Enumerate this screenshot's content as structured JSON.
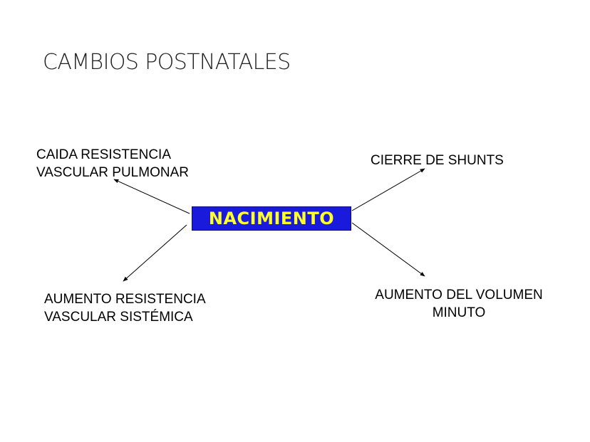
{
  "title": "CAMBIOS POSTNATALES",
  "center": {
    "label": "NACIMIENTO",
    "background_color": "#1a1adc",
    "text_color": "#ffff2a"
  },
  "outcomes": {
    "top_left": {
      "lines": [
        "CAIDA RESISTENCIA",
        "VASCULAR PULMONAR"
      ]
    },
    "top_right": {
      "lines": [
        "CIERRE DE SHUNTS"
      ]
    },
    "bottom_left": {
      "lines": [
        "AUMENTO RESISTENCIA",
        "VASCULAR SISTÉMICA"
      ]
    },
    "bottom_right": {
      "lines": [
        "AUMENTO DEL VOLUMEN",
        "MINUTO"
      ]
    }
  }
}
